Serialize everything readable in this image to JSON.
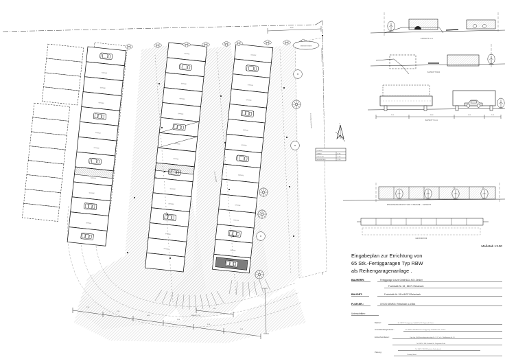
{
  "sheet": {
    "scale_note": "Maßstab 1:100",
    "title_lines": [
      "Eingabeplan zur Errichtung von",
      "65 Stk.-Fertiggaragen Typ RBW",
      "als Reihengaragenanlage ."
    ]
  },
  "titleblock": {
    "rows": [
      {
        "label": "BAUHERR:",
        "values": [
          "Fertiggarage Leuze GmbH&Co.KG i.Zenker",
          "Fuchshalb Nr. 18 , 84371 Reischach"
        ]
      },
      {
        "label": "BAUORT:",
        "values": [
          "Fuchshalb Nr. 18 in 84371 Reischach"
        ]
      },
      {
        "label": "FLUR.NR.:",
        "values": [
          "197/24  GEMKG:  Reischach a.d.Stra"
        ]
      }
    ],
    "signature_header": "Unterschriften:",
    "signatures": [
      {
        "label": "Bauherr :",
        "value": "Tel. 08670 / Fertiggarage GmbH&Co.KG  Vogtareuth Zenker"
      },
      {
        "label": "Grundstückseigentümer :",
        "value": "Tel. 08670 / 984 688 Zenker Fertiggarage GmbH&Co.KG i. Zenker"
      },
      {
        "label": "Entwurfsverfasser :",
        "value": "Dipl.-Ing. (FH) Bauvorlagenberechtigt  Nr. 2 / 17 u.F. / Obb.Ausweis Nr. 93"
      },
      {
        "label": "",
        "value": "Tel. 08670 / 984 66 Entwurfsplan 2 / 17 .Ob"
      },
      {
        "label": "",
        "value": "Tel. 08670 / 984 Prüfstatik Nr. 3 Ingenieur Stufe"
      },
      {
        "label": "",
        "value": "Tel. 08670 / 984 99 Bauleiter Stufenbericht"
      },
      {
        "label": "Planung :",
        "value": "DIPL.-Ing.Ingenieurbüro   GmbH\nLandshuter Str.19  Leitstelle 13 Planen ,  Tel. 08670  984 22 ."
      },
      {
        "label": "",
        "value": "Planung Stand"
      },
      {
        "label": "Datum :",
        "value": ""
      }
    ]
  },
  "plan": {
    "site_label_oval": "GEMEINDESTRASSE",
    "street_label_right": "FUCHSHALB STRASSE",
    "road_label_main": "ZU- U. ABFAHRT",
    "access_label": "ZUFAHRT 5,50",
    "bay_label": "GARAGE",
    "legend": {
      "title": "LEGENDE",
      "rows": [
        [
          "GARAGE",
          "65 Stk."
        ],
        [
          "STELLPLATZ",
          "12 Stk."
        ],
        [
          "BAUM BESTAND",
          "18 Stk."
        ]
      ]
    },
    "north_label": "N",
    "dimension_top": "18,00",
    "dimension_bottom_labels": [
      "2,50",
      "2,50",
      "6,00",
      "2,50",
      "5,50",
      "2,50",
      "7,00",
      "2,50",
      "4,00"
    ],
    "boundary_note": "GRUNDSTÜCKSGRENZE"
  },
  "sections": [
    {
      "id": "section-1",
      "caption": "SCHNITT  A-A",
      "has_tree": true,
      "has_car": false
    },
    {
      "id": "section-2",
      "caption": "SCHNITT  B-B",
      "has_tree": true,
      "has_car": false
    },
    {
      "id": "section-3",
      "caption": "SCHNITT  C-C",
      "has_tree": true,
      "has_car": true,
      "dims": [
        "2,50",
        "18,00",
        "5,00",
        "2,50"
      ]
    },
    {
      "id": "section-4",
      "caption": "STRASSENANSICHT  VON STRASSE  -  SCHNITT",
      "has_tree": true,
      "has_car": false
    },
    {
      "id": "section-5",
      "caption": "GRUNDRISS",
      "has_tree": false,
      "has_car": false
    }
  ]
}
